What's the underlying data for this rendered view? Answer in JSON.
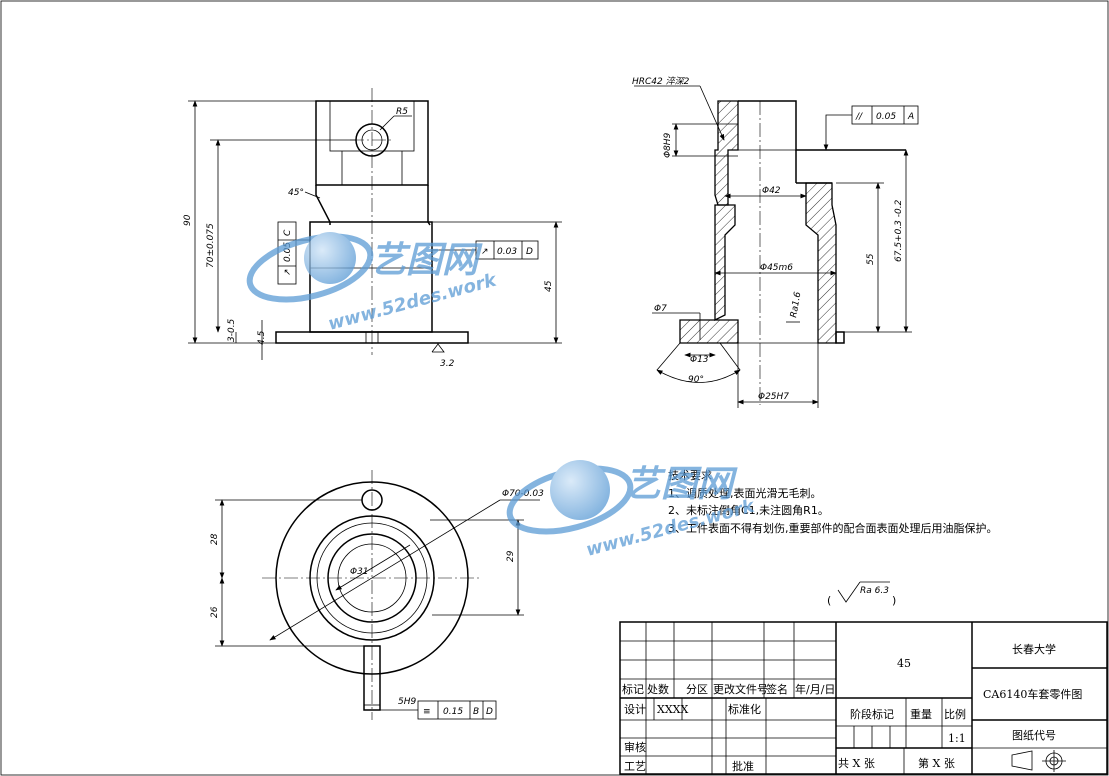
{
  "front_view": {
    "dims": {
      "overall_height": "90",
      "height_tol": "70±0.075",
      "base_thk": "3-0.5",
      "flange_thk": "4.5",
      "lower_height": "45",
      "chamfer_angle": "45°",
      "slot_radius": "R5"
    },
    "tolerance_frames": [
      {
        "symbol": "↗",
        "value": "0.05",
        "datum": "C"
      },
      {
        "symbol": "↗",
        "value": "0.03",
        "datum": "D"
      }
    ],
    "roughness": "3.2"
  },
  "section_view": {
    "hardening_note": "HRC42 淬深2",
    "dims": {
      "hole_dia": "Φ8H9",
      "inner_dia": "Φ42",
      "outer_dia": "Φ45m6",
      "bottom_dia": "Φ25H7",
      "small_hole": "Φ7",
      "csink_dia": "Φ13",
      "csink_angle": "90°",
      "depth_55": "55",
      "depth_67": "67.5+0.3 -0.2",
      "roughness": "Ra1.6"
    },
    "parallel_frame": {
      "symbol": "//",
      "value": "0.05",
      "datum": "A"
    }
  },
  "top_view": {
    "dims": {
      "outer": "Φ70-0.03",
      "bore": "Φ31",
      "dim_28": "28",
      "dim_26": "26",
      "dim_29": "29",
      "keyway": "5H9"
    },
    "symmetry_frame": {
      "symbol": "≡",
      "value": "0.15",
      "datum1": "B",
      "datum2": "D"
    }
  },
  "notes": {
    "title": "技术要求",
    "items": [
      "1、调质处理,表面光滑无毛刺。",
      "2、未标注倒角C1,未注圆角R1。",
      "3、工件表面不得有划伤,重要部件的配合面表面处理后用油脂保护。"
    ],
    "general_roughness": "Ra 6.3"
  },
  "title_block": {
    "university": "长春大学",
    "drawing_name": "CA6140车套零件图",
    "material_no": "45",
    "drawing_code": "图纸代号",
    "header_labels": [
      "标记",
      "处数",
      "分区",
      "更改文件号",
      "签名",
      "年/月/日"
    ],
    "designer_label": "设计",
    "designer": "XXXX",
    "standard_label": "标准化",
    "review_label": "审核",
    "process_label": "工艺",
    "approve_label": "批准",
    "stage_label": "阶段标记",
    "weight_label": "重量",
    "scale_label": "比例",
    "scale": "1:1",
    "sheet_total": "共 X 张",
    "sheet_no": "第 X 张"
  },
  "watermark": {
    "brand": "艺图网",
    "url": "www.52des.work"
  }
}
